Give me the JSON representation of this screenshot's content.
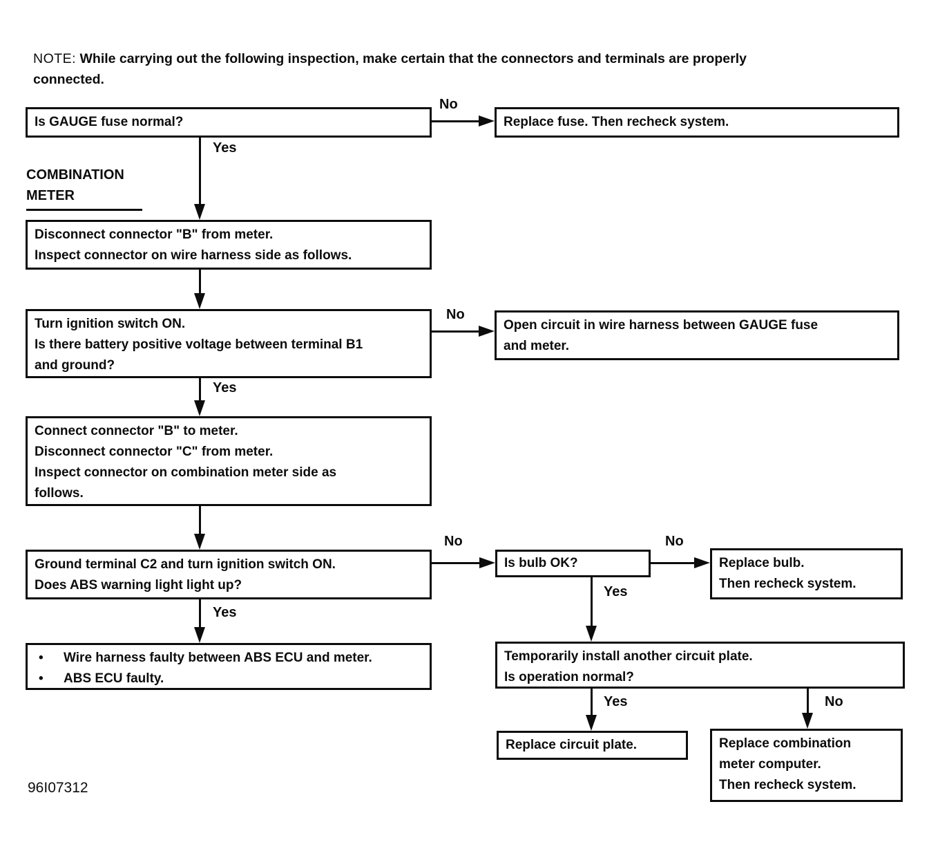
{
  "page": {
    "background_color": "#ffffff",
    "ink_color": "#0c0c0c"
  },
  "note": {
    "prefix": "NOTE:",
    "line1_rest": "While carrying out the following inspection, make certain that the connectors and terminals are properly",
    "line2": "connected."
  },
  "section_label": {
    "line1": "COMBINATION",
    "line2": "METER"
  },
  "labels": {
    "yes": "Yes",
    "no": "No"
  },
  "bullet_char": "•",
  "figure_code": "96I07312",
  "nodes": {
    "q_gauge_fuse": {
      "text": "Is GAUGE fuse normal?"
    },
    "a_replace_fuse": {
      "text": "Replace fuse. Then recheck system."
    },
    "q_disconnect_b": {
      "lines": [
        "Disconnect connector \"B\" from meter.",
        "Inspect connector on wire harness side as follows."
      ]
    },
    "q_ignition_b1": {
      "lines": [
        "Turn ignition switch ON.",
        "Is there battery positive voltage between terminal B1",
        "and ground?"
      ]
    },
    "a_open_circuit": {
      "lines": [
        "Open circuit in wire harness between GAUGE fuse",
        "and meter."
      ]
    },
    "q_connect_b_disconnect_c": {
      "lines": [
        "Connect connector \"B\" to meter.",
        "Disconnect connector \"C\" from meter.",
        "Inspect connector on combination meter side as",
        "follows."
      ]
    },
    "q_ground_c2": {
      "lines": [
        "Ground terminal C2 and turn ignition switch ON.",
        "Does ABS warning light light up?"
      ]
    },
    "q_bulb": {
      "text": "Is bulb OK?"
    },
    "a_replace_bulb": {
      "lines": [
        "Replace bulb.",
        "Then recheck system."
      ]
    },
    "r_faulty": {
      "bullets": [
        "Wire harness faulty between ABS ECU and meter.",
        "ABS ECU faulty."
      ]
    },
    "q_circuit_plate": {
      "lines": [
        "Temporarily install another circuit plate.",
        "Is operation normal?"
      ]
    },
    "a_replace_plate": {
      "text": "Replace circuit plate."
    },
    "a_replace_computer": {
      "lines": [
        "Replace combination",
        "meter computer.",
        "Then recheck system."
      ]
    }
  }
}
